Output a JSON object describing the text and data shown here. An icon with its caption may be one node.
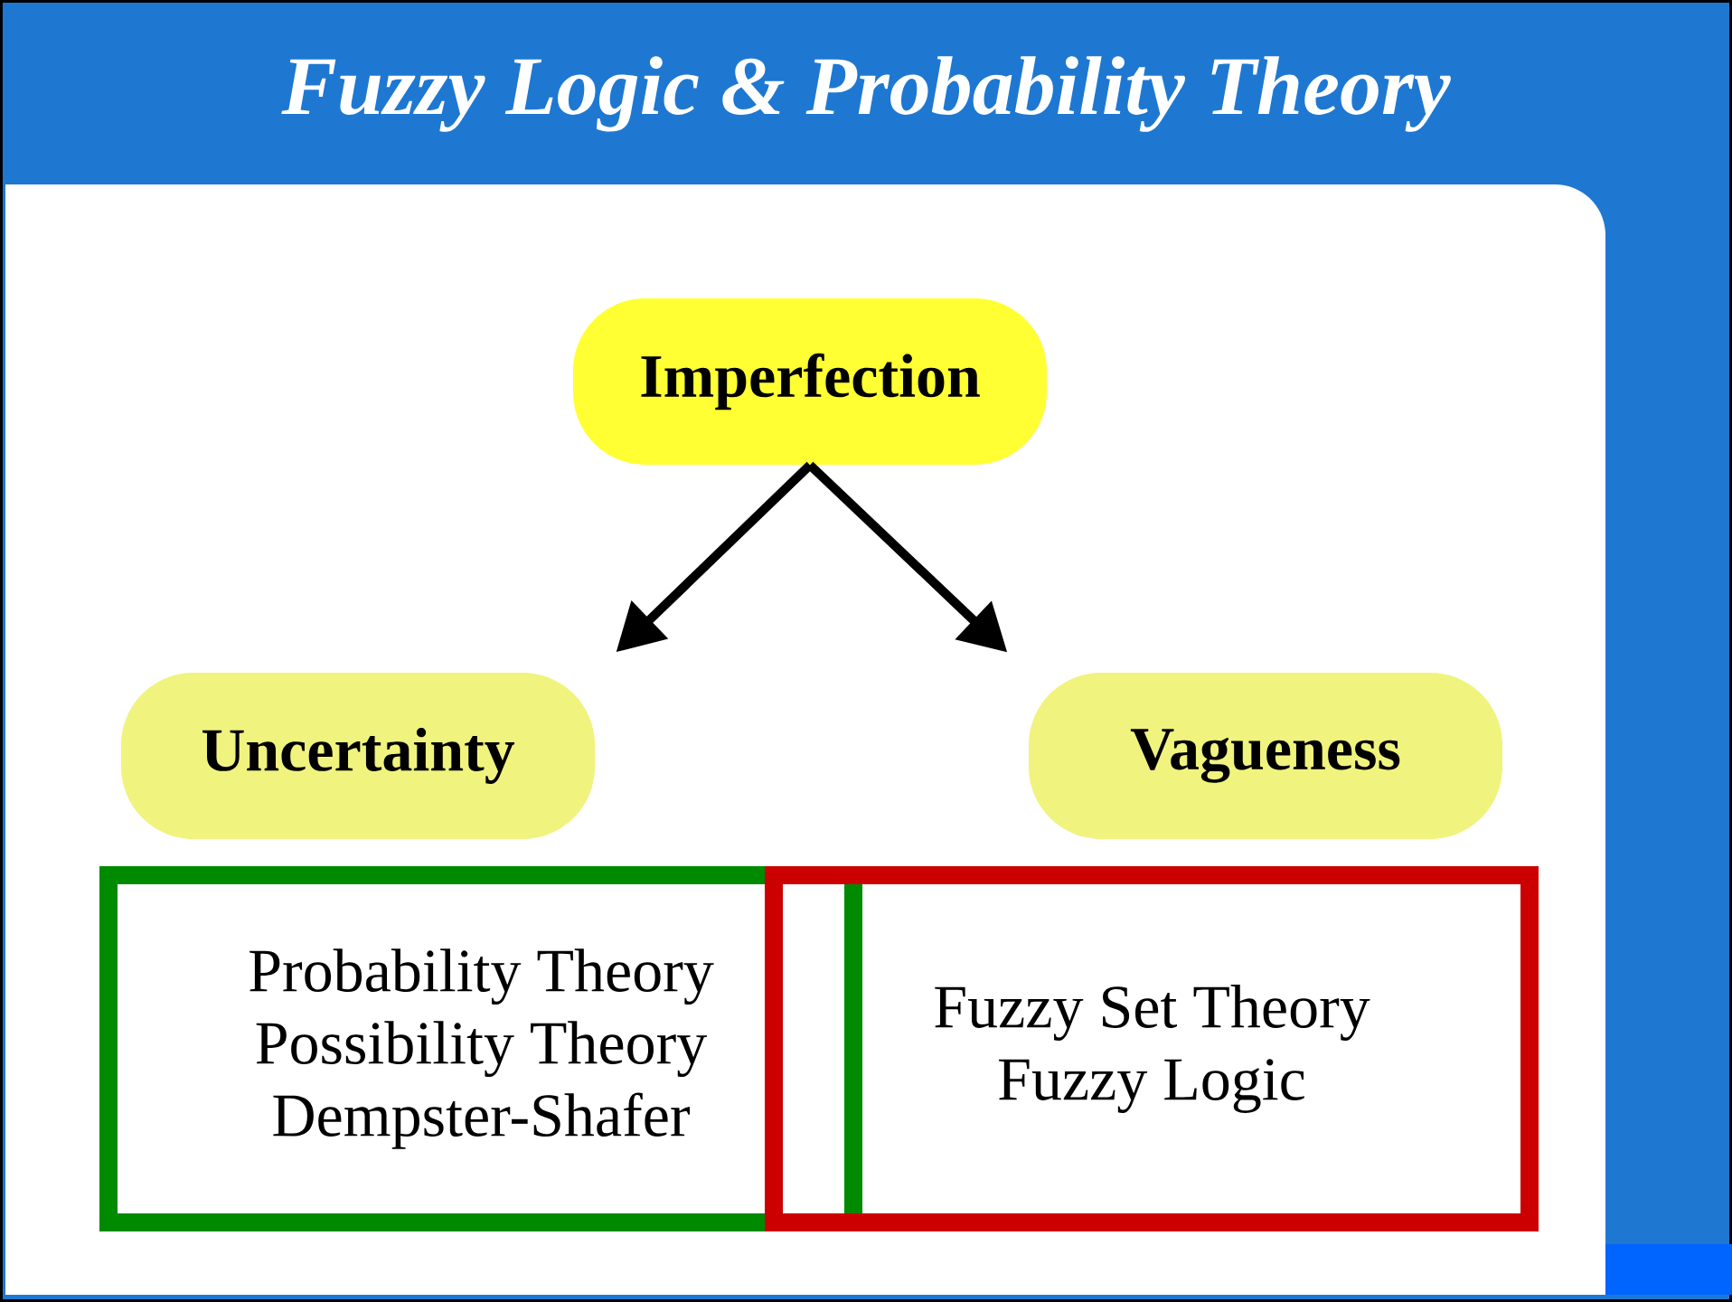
{
  "diagram": {
    "title": "Fuzzy Logic & Probability Theory",
    "nodes": [
      {
        "text": [
          "Imperfection"
        ]
      },
      {
        "text": [
          "Uncertainty"
        ]
      },
      {
        "text": [
          "Vagueness"
        ]
      },
      {
        "text": [
          "Probability Theory",
          "Possibility Theory",
          "Dempster-Shafer"
        ]
      },
      {
        "text": [
          "Fuzzy Set Theory",
          "Fuzzy Logic"
        ]
      }
    ],
    "edges": [
      {
        "from": 0,
        "to": 1,
        "arrow": "to"
      },
      {
        "from": 0,
        "to": 2,
        "arrow": "to"
      }
    ]
  }
}
